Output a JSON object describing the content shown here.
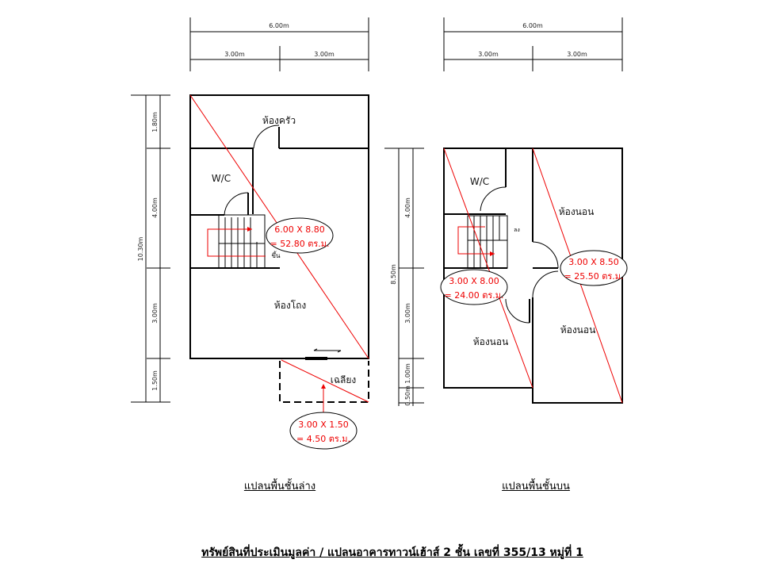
{
  "ground_floor": {
    "dims": {
      "total_width": "6.00m",
      "half_left": "3.00m",
      "half_right": "3.00m",
      "total_depth": "10.30m",
      "d1": "1.80m",
      "d2": "4.00m",
      "d3": "3.00m",
      "d4": "1.50m"
    },
    "rooms": {
      "kitchen": "ห้องครัว",
      "wc": "W/C",
      "hall": "ห้องโถง",
      "porch": "เฉลียง",
      "stair_up": "ขึ้น"
    },
    "area_main": {
      "line1": "6.00 X 8.80",
      "line2": "= 52.80 ตร.ม."
    },
    "area_porch": {
      "line1": "3.00 X 1.50",
      "line2": "= 4.50 ตร.ม."
    },
    "caption": "แปลนพื้นชั้นล่าง"
  },
  "upper_floor": {
    "dims": {
      "total_width": "6.00m",
      "half_left": "3.00m",
      "half_right": "3.00m",
      "total_depth": "8.50m",
      "d1": "4.00m",
      "d2": "3.00m",
      "d3": "1.00m",
      "d4": "0.50m"
    },
    "rooms": {
      "wc": "W/C",
      "bedroom_1": "ห้องนอน",
      "bedroom_2": "ห้องนอน",
      "bedroom_3": "ห้องนอน",
      "stair_down": "ลง"
    },
    "area_left": {
      "line1": "3.00 X 8.00",
      "line2": "= 24.00 ตร.ม."
    },
    "area_right": {
      "line1": "3.00 X 8.50",
      "line2": "= 25.50 ตร.ม."
    },
    "caption": "แปลนพื้นชั้นบน"
  },
  "title": "ทรัพย์สินที่ประเมินมูลค่า / แปลนอาคารทาวน์เฮ้าส์ 2 ชั้น เลขที่ 355/13 หมู่ที่ 1"
}
